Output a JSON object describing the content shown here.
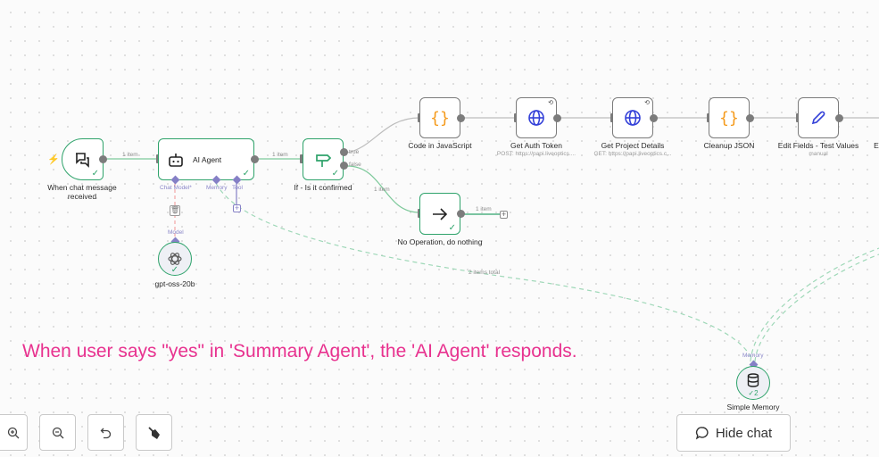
{
  "nodes": {
    "trigger": {
      "label_line1": "When chat message",
      "label_line2": "received",
      "icon": "chat-icon"
    },
    "agent": {
      "label": "AI Agent",
      "icon": "robot-icon",
      "ports": {
        "chat_model": "Chat Model*",
        "memory": "Memory",
        "tool": "Tool"
      }
    },
    "if_node": {
      "label": "If - Is it confirmed",
      "icon": "signpost-icon",
      "ports": {
        "true": "true",
        "false": "false"
      }
    },
    "code_js": {
      "label": "Code in JavaScript",
      "icon": "braces-icon"
    },
    "auth_token": {
      "label": "Get Auth Token",
      "subtitle": "POST: https://papi.liveoptics....",
      "icon": "globe-icon"
    },
    "project_details": {
      "label": "Get Project Details",
      "subtitle": "GET: https://papi.liveoptics.c...",
      "icon": "globe-icon"
    },
    "cleanup_json": {
      "label": "Cleanup JSON",
      "icon": "braces-icon"
    },
    "edit_fields": {
      "label": "Edit Fields - Test Values",
      "subtitle": "manual",
      "icon": "pencil-icon"
    },
    "next_partial": {
      "label": "E"
    },
    "noop": {
      "label": "No Operation, do nothing",
      "icon": "arrow-right-icon"
    },
    "model": {
      "label": "gpt-oss-20b",
      "port": "Model",
      "icon": "openai-icon"
    },
    "memory": {
      "label": "Simple Memory",
      "port": "Memory",
      "icon": "database-icon",
      "badge": "2"
    }
  },
  "edges": {
    "trigger_agent": "1 item",
    "agent_if": "1 item",
    "if_false": "1 item",
    "noop_out": "1 item",
    "memory_total": "2 items total"
  },
  "annotation": "When user says \"yes\" in 'Summary Agent', the 'AI Agent' responds.",
  "controls": {
    "zoom_in": "zoom-in",
    "zoom_out": "zoom-out",
    "undo": "undo",
    "clear": "clear-execution",
    "hide_chat": "Hide chat"
  },
  "colors": {
    "success": "#2fa36b",
    "annotation": "#e8328f",
    "port": "#8580c6",
    "code": "#f59b1d",
    "http": "#3340d8"
  }
}
